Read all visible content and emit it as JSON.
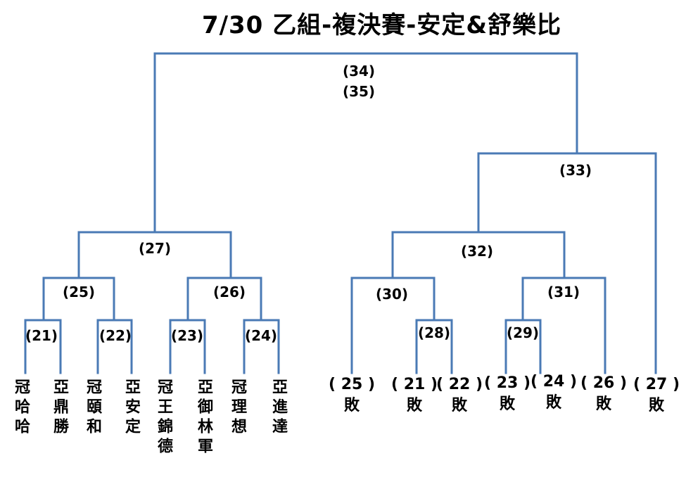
{
  "title": "7/30 乙組-複決賽-安定&舒樂比",
  "matches": [
    "(21)",
    "(22)",
    "(23)",
    "(24)",
    "(25)",
    "(26)",
    "(27)",
    "(28)",
    "(29)",
    "(30)",
    "(31)",
    "(32)",
    "(33)",
    "(34)",
    "(35)"
  ],
  "teams": [
    "冠哈哈",
    "亞鼎勝",
    "冠頤和",
    "亞安定",
    "冠王錦德",
    "亞御林軍",
    "冠理想",
    "亞進達"
  ],
  "losers": [
    {
      "num": "( 25 )",
      "word": "敗"
    },
    {
      "num": "( 21 )",
      "word": "敗"
    },
    {
      "num": "( 22 )",
      "word": "敗"
    },
    {
      "num": "( 23 )",
      "word": "敗"
    },
    {
      "num": "( 24 )",
      "word": "敗"
    },
    {
      "num": "( 26 )",
      "word": "敗"
    },
    {
      "num": "( 27 )",
      "word": "敗"
    }
  ],
  "colors": {
    "line": "#4a7ab5",
    "text": "#000000"
  }
}
